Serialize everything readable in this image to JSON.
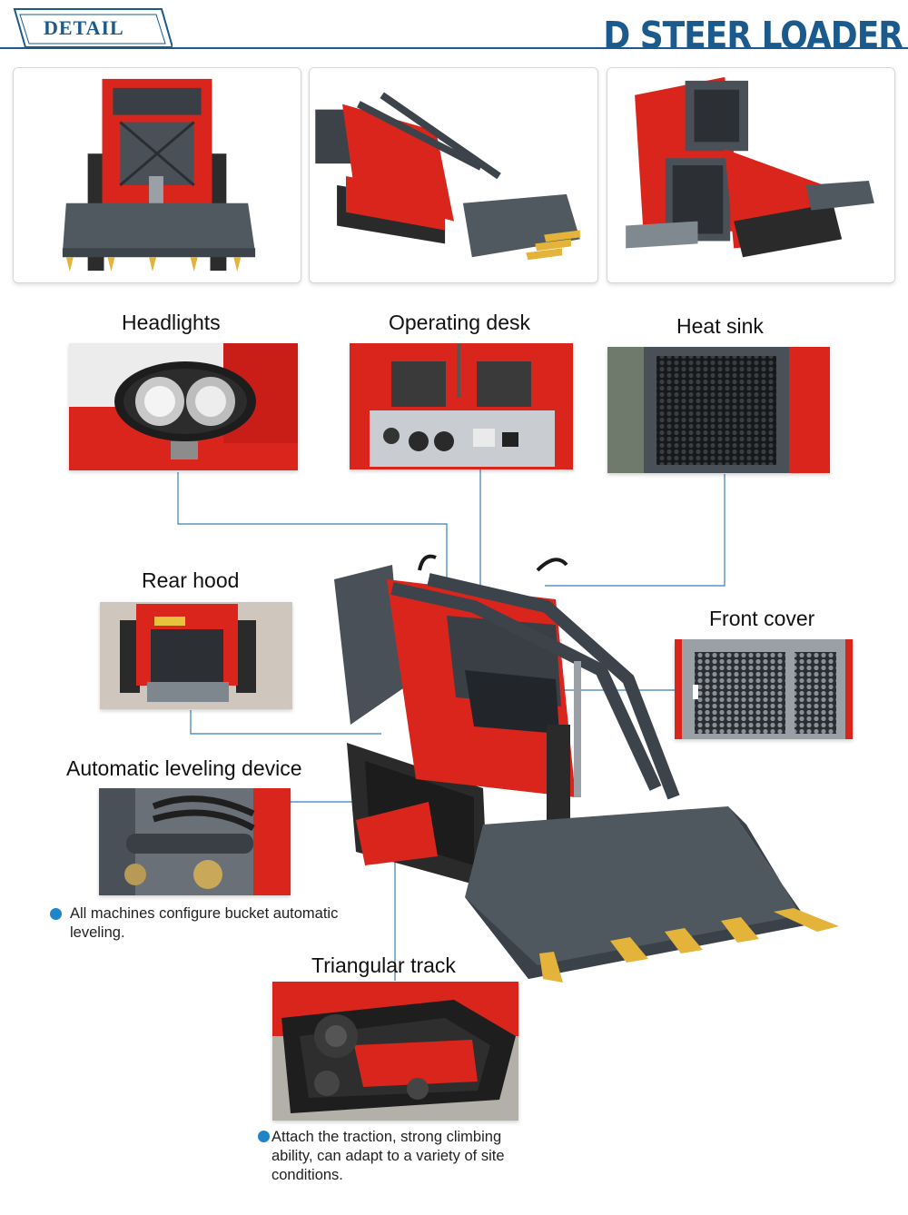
{
  "header": {
    "tab_label": "DETAIL",
    "title": "SKID STEER LOADER"
  },
  "gallery": [
    {
      "icon": "loader-front-view"
    },
    {
      "icon": "loader-side-view"
    },
    {
      "icon": "loader-rear-view"
    }
  ],
  "features": {
    "headlights": "Headlights",
    "operating_desk": "Operating desk",
    "heat_sink": "Heat sink",
    "rear_hood": "Rear hood",
    "front_cover": "Front cover",
    "leveling_device": "Automatic leveling device",
    "triangular_track": "Triangular track"
  },
  "notes": {
    "leveling": "All machines configure bucket automatic leveling.",
    "track": "Attach the traction, strong climbing ability, can adapt to a variety of site conditions."
  },
  "colors": {
    "brand_blue": "#1b5a8c",
    "machine_red": "#d9251c",
    "steel_gray": "#4a5058",
    "bullet_blue": "#1e86c8",
    "tooth_gold": "#e3b33a"
  }
}
